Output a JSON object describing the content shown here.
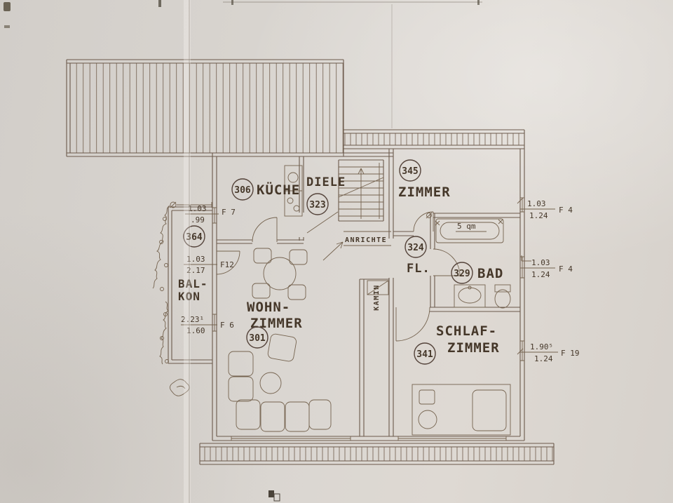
{
  "plan": {
    "rooms": {
      "kueche": {
        "num": "306",
        "label": "KÜCHE"
      },
      "diele": {
        "num": "323",
        "label": "DIELE"
      },
      "zimmer": {
        "num": "345",
        "label": "ZIMMER"
      },
      "flur": {
        "num": "324",
        "label": "FL."
      },
      "bad": {
        "num": "329",
        "label": "BAD",
        "area": "5 qm"
      },
      "schlaf": {
        "num": "341",
        "label_line1": "SCHLAF-",
        "label_line2": "ZIMMER"
      },
      "wohn": {
        "num": "301",
        "label_line1": "WOHN-",
        "label_line2": "ZIMMER"
      },
      "balkon": {
        "num": "364",
        "label_line1": "BAL-",
        "label_line2": "KON"
      }
    },
    "features": {
      "anrichte": "ANRICHTE",
      "kamin": "KAMIN"
    },
    "dims_left": [
      {
        "over": "1.03",
        "under": ".99",
        "ref": "F 7"
      },
      {
        "over": "1.03",
        "under": "2.17",
        "ref": "F12"
      },
      {
        "over": "2.23¹",
        "under": "1.60",
        "ref": "F 6"
      }
    ],
    "dims_right": [
      {
        "over": "1.03",
        "under": "1.24",
        "ref": "F 4"
      },
      {
        "over": "1.03",
        "under": "1.24",
        "ref": "F 4"
      },
      {
        "over": "1.90⁵",
        "under": "1.24",
        "ref": "F 19"
      }
    ],
    "colors": {
      "ink": "#6b594b",
      "text": "#453729",
      "paper": "#d8d4cf"
    }
  }
}
